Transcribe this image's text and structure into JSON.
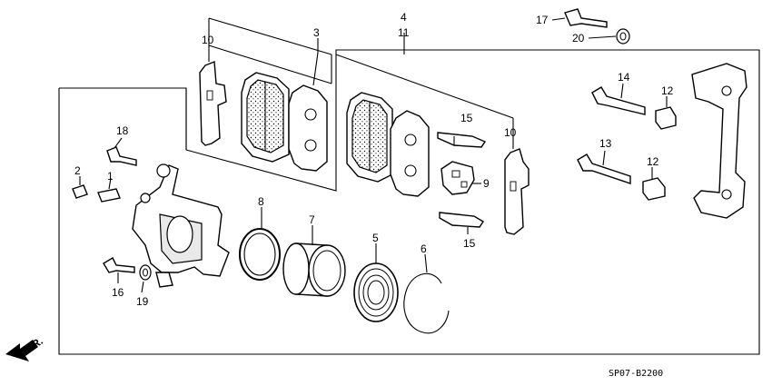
{
  "callouts": [
    {
      "id": "c1",
      "label": "1"
    },
    {
      "id": "c2",
      "label": "2"
    },
    {
      "id": "c3",
      "label": "3"
    },
    {
      "id": "c4",
      "label": "4"
    },
    {
      "id": "c5",
      "label": "5"
    },
    {
      "id": "c6",
      "label": "6"
    },
    {
      "id": "c7",
      "label": "7"
    },
    {
      "id": "c8",
      "label": "8"
    },
    {
      "id": "c9",
      "label": "9"
    },
    {
      "id": "c10a",
      "label": "10"
    },
    {
      "id": "c10b",
      "label": "10"
    },
    {
      "id": "c11",
      "label": "11"
    },
    {
      "id": "c12a",
      "label": "12"
    },
    {
      "id": "c12b",
      "label": "12"
    },
    {
      "id": "c13",
      "label": "13"
    },
    {
      "id": "c14",
      "label": "14"
    },
    {
      "id": "c15a",
      "label": "15"
    },
    {
      "id": "c15b",
      "label": "15"
    },
    {
      "id": "c16",
      "label": "16"
    },
    {
      "id": "c17",
      "label": "17"
    },
    {
      "id": "c18",
      "label": "18"
    },
    {
      "id": "c19",
      "label": "19"
    },
    {
      "id": "c20",
      "label": "20"
    }
  ],
  "direction_label": "FR.",
  "diagram_code": "SP07-B2200"
}
